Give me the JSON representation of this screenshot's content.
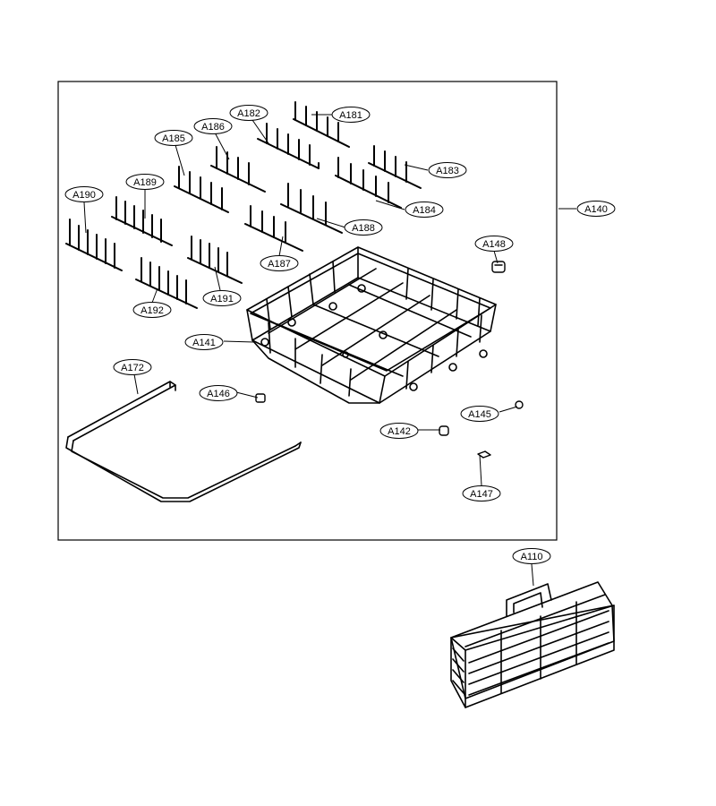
{
  "labels": {
    "a181": "A181",
    "a182": "A182",
    "a183": "A183",
    "a184": "A184",
    "a185": "A185",
    "a186": "A186",
    "a187": "A187",
    "a188": "A188",
    "a189": "A189",
    "a190": "A190",
    "a191": "A191",
    "a192": "A192",
    "a140": "A140",
    "a148": "A148",
    "a141": "A141",
    "a172": "A172",
    "a146": "A146",
    "a145": "A145",
    "a142": "A142",
    "a147": "A147",
    "a110": "A110"
  }
}
